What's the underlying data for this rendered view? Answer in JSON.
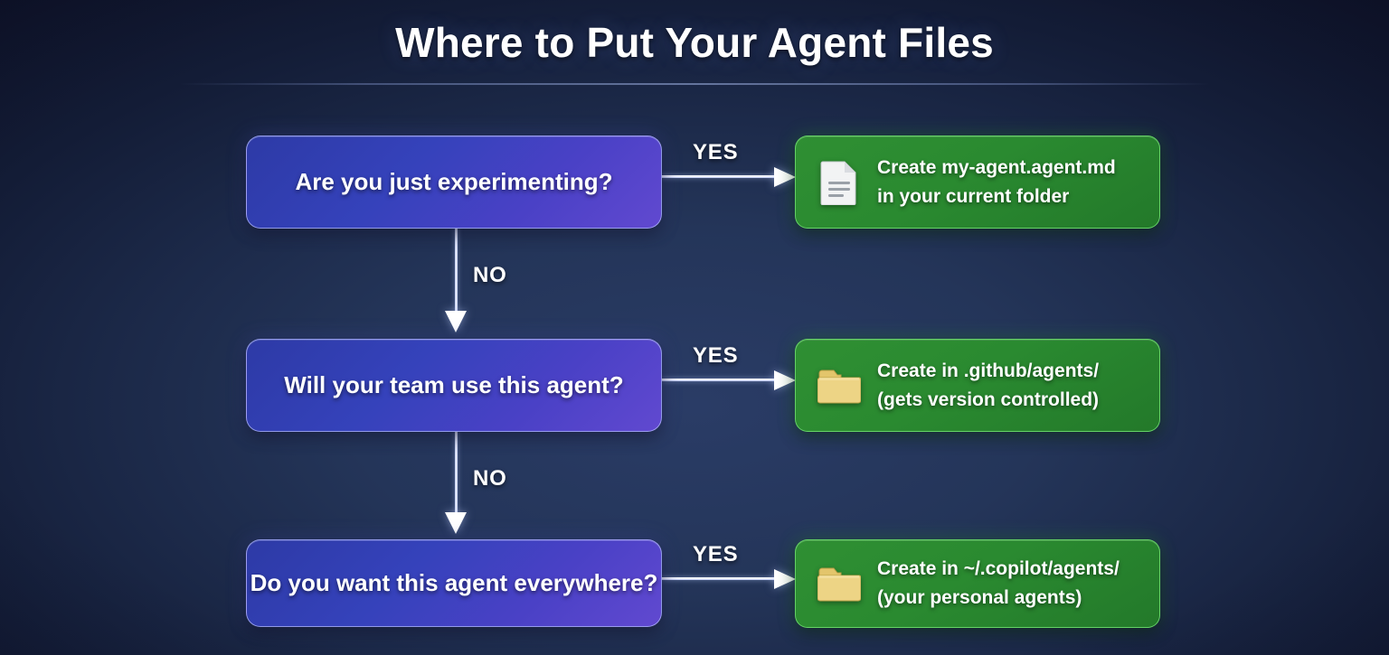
{
  "title": "Where to Put Your Agent Files",
  "colors": {
    "background_dark": "#0c0f24",
    "background_center": "#25365e",
    "decision_blue": "#3542bb",
    "decision_purple": "#6149d0",
    "result_green": "#2a8a30",
    "result_green_border": "#70e070",
    "connector_white": "#ffffff",
    "folder_icon": "#e8cd78",
    "document_icon": "#f0f0f0"
  },
  "flow": [
    {
      "decision": "Are you just experimenting?",
      "yes_label": "YES",
      "no_label": "NO",
      "result": {
        "icon": "document-icon",
        "line1": "Create my-agent.agent.md",
        "line2": "in your current folder"
      }
    },
    {
      "decision": "Will your team use this agent?",
      "yes_label": "YES",
      "no_label": "NO",
      "result": {
        "icon": "folder-icon",
        "line1": "Create in .github/agents/",
        "line2": "(gets version controlled)"
      }
    },
    {
      "decision": "Do you want this agent everywhere?",
      "yes_label": "YES",
      "no_label": "",
      "result": {
        "icon": "folder-icon",
        "line1": "Create in ~/.copilot/agents/",
        "line2": "(your personal agents)"
      }
    }
  ]
}
